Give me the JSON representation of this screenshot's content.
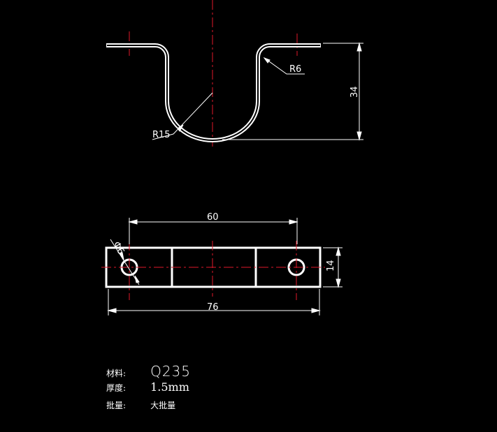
{
  "colors": {
    "background": "#000000",
    "part": "#ffffff",
    "centerline": "#e0182a",
    "dimension": "#ffffff"
  },
  "dimensions": {
    "radius_small": "R6",
    "radius_large": "R15",
    "height": "34",
    "hole_spacing": "60",
    "width": "14",
    "length": "76",
    "hole_diameter": "Φ6"
  },
  "specs": {
    "material_label": "材料:",
    "material_value": "Q235",
    "thickness_label": "厚度:",
    "thickness_value": "1.5mm",
    "batch_label": "批量:",
    "batch_value": "大批量"
  }
}
